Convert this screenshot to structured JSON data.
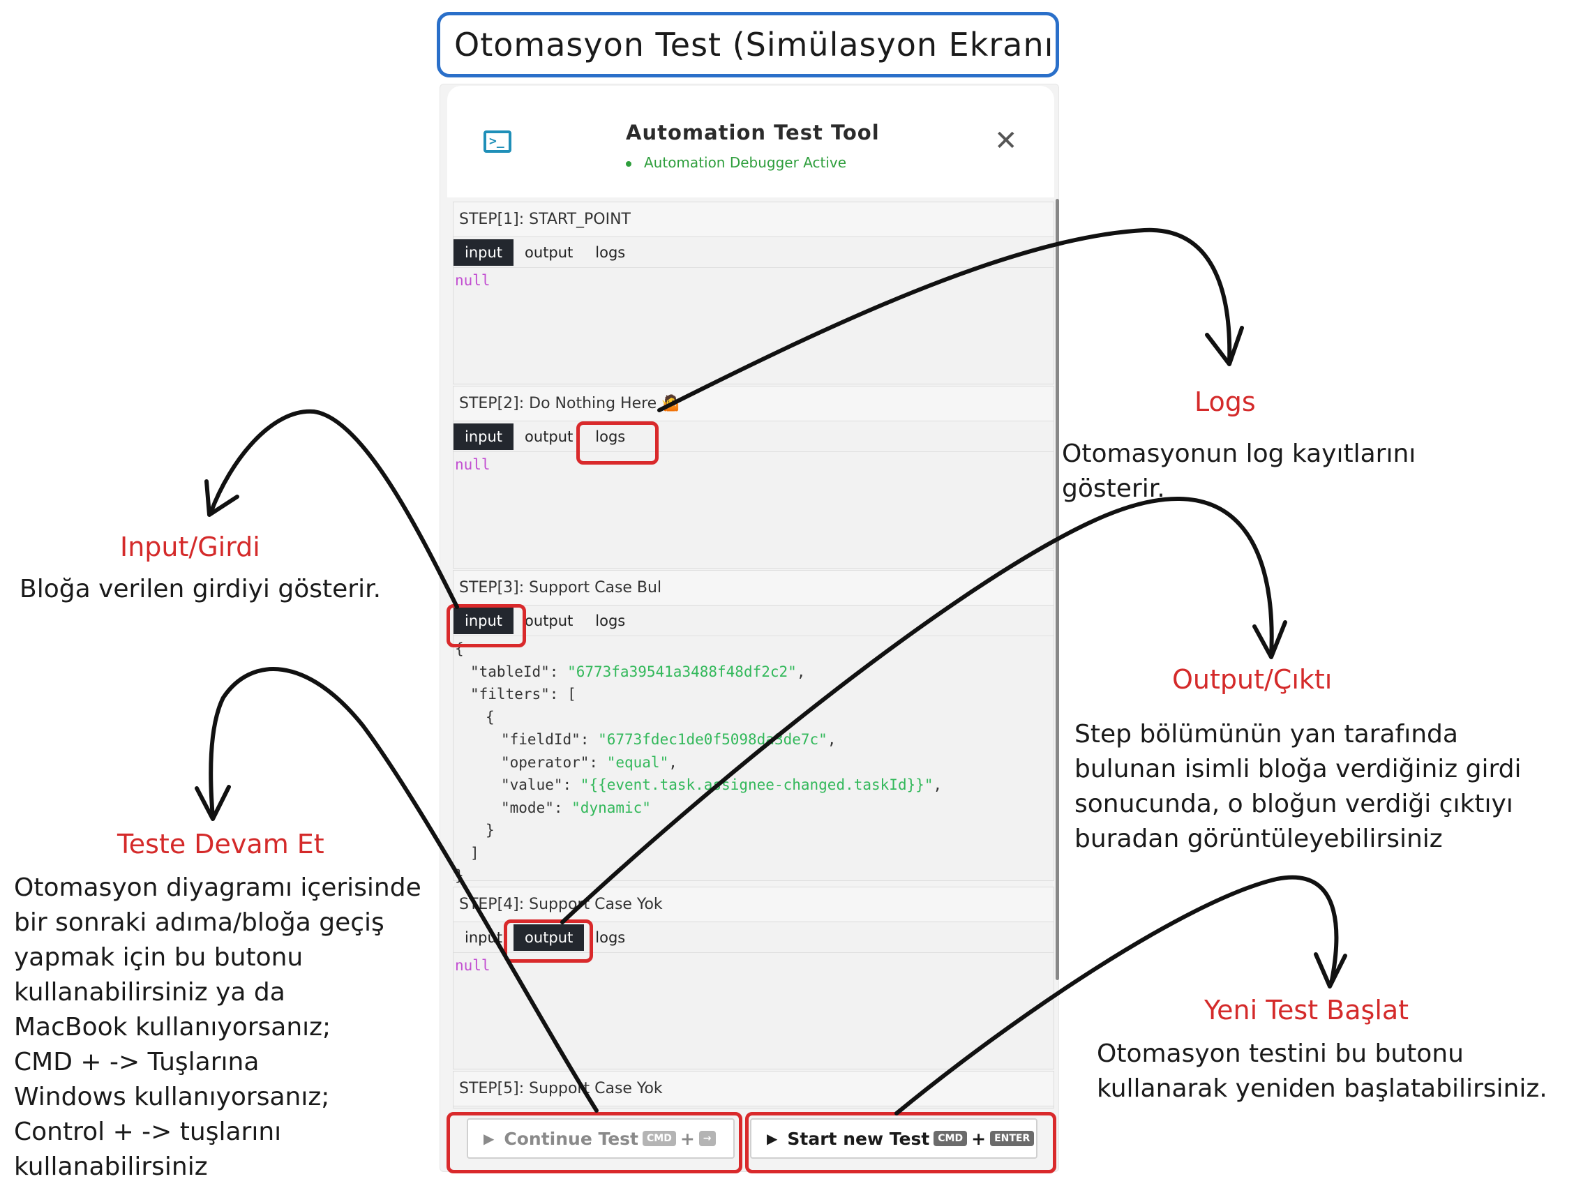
{
  "title": "Otomasyon Test (Simülasyon Ekranı",
  "header": {
    "app_title": "Automation Test Tool",
    "status": "Automation Debugger Active",
    "icon": "terminal-icon",
    "close_icon": "close-icon"
  },
  "tabs": {
    "input": "input",
    "output": "output",
    "logs": "logs"
  },
  "steps": [
    {
      "label": "STEP[1]: START_POINT",
      "active_tab": "input",
      "content": "null"
    },
    {
      "label": "STEP[2]: Do Nothing Here 🤷",
      "active_tab": "input",
      "content": "null"
    },
    {
      "label": "STEP[3]: Support Case Bul",
      "active_tab": "input"
    },
    {
      "label": "STEP[4]: Support Case Yok",
      "active_tab": "output",
      "content": "null"
    },
    {
      "label": "STEP[5]: Support Case Yok"
    }
  ],
  "step3_json": {
    "open_brace": "{",
    "table_key": "\"tableId\": ",
    "table_val": "\"6773fa39541a3488f48df2c2\"",
    "filters_key": "\"filters\": [",
    "obj_open": "{",
    "field_key": "\"fieldId\": ",
    "field_val": "\"6773fdec1de0f5098da3de7c\"",
    "op_key": "\"operator\": ",
    "op_val": "\"equal\"",
    "value_key": "\"value\": ",
    "value_val": "\"{{event.task.assignee-changed.taskId}}\"",
    "mode_key": "\"mode\": ",
    "mode_val": "\"dynamic\"",
    "obj_close": "}",
    "arr_close": "]",
    "close_brace": "}"
  },
  "buttons": {
    "continue": {
      "label": "Continue Test",
      "key1": "CMD",
      "plus": "+",
      "key2": "→"
    },
    "start_new": {
      "label": "Start new Test",
      "key1": "CMD",
      "plus": "+",
      "key2": "ENTER"
    }
  },
  "annotations": {
    "logs": {
      "title": "Logs",
      "lines": [
        "Otomasyonun log kayıtlarını",
        "gösterir."
      ]
    },
    "input": {
      "title": "Input/Girdi",
      "lines": [
        "Bloğa verilen girdiyi gösterir."
      ]
    },
    "output": {
      "title": "Output/Çıktı",
      "lines": [
        "Step bölümünün yan tarafında",
        "bulunan isimli bloğa verdiğiniz girdi",
        "sonucunda, o bloğun verdiği çıktıyı",
        "buradan görüntüleyebilirsiniz"
      ]
    },
    "continue": {
      "title": "Teste Devam Et",
      "lines": [
        "Otomasyon diyagramı içerisinde",
        "bir sonraki adıma/bloğa geçiş",
        "yapmak için bu butonu",
        "kullanabilirsiniz ya da",
        "MacBook kullanıyorsanız;",
        "CMD + -> Tuşlarına",
        "Windows kullanıyorsanız;",
        "Control + -> tuşlarını",
        "kullanabilirsiniz"
      ]
    },
    "new_test": {
      "title": "Yeni Test Başlat",
      "lines": [
        "Otomasyon testini bu butonu",
        "kullanarak yeniden başlatabilirsiniz."
      ]
    }
  },
  "colors": {
    "accent_red": "#d9292b",
    "title_border": "#2a6fc9",
    "status_green": "#2e9e3c",
    "tab_active": "#23272e",
    "json_string": "#32b85a",
    "null_purple": "#c24fd1"
  }
}
